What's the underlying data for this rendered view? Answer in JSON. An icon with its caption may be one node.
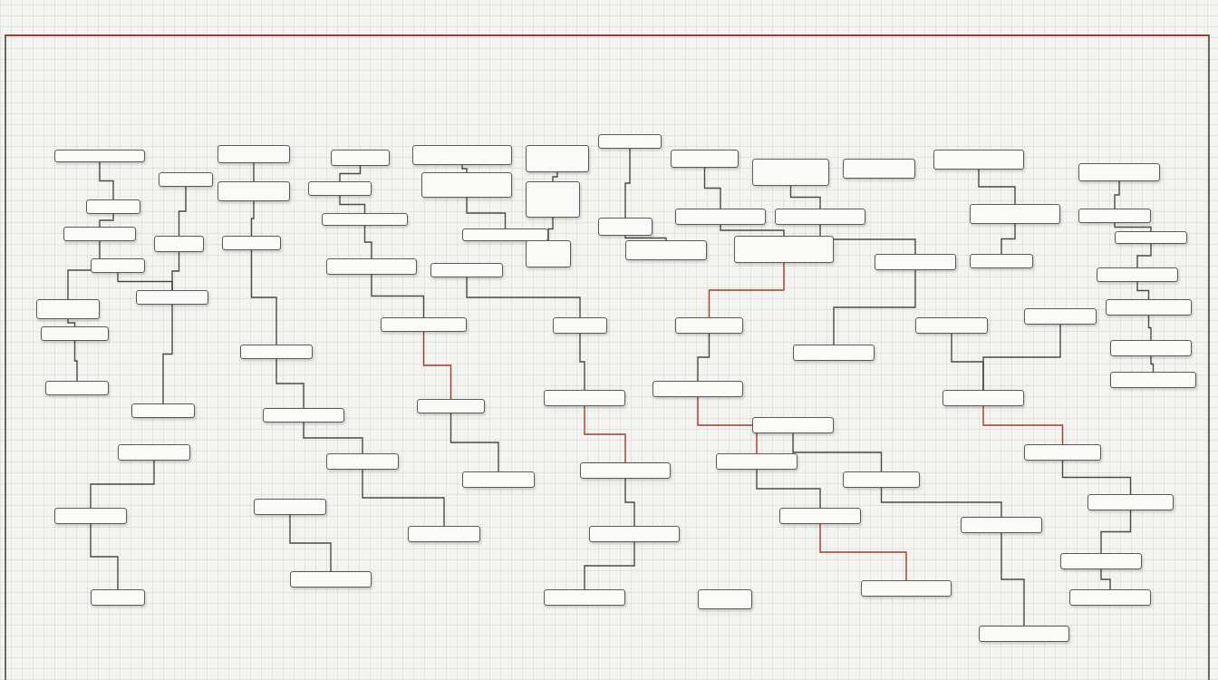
{
  "diagram": {
    "nodes": [
      {
        "text": [],
        "shape": "box"
      },
      {
        "text": [],
        "shape": "box"
      },
      {
        "text": [],
        "shape": "box"
      },
      {
        "text": [],
        "shape": "box"
      },
      {
        "text": [],
        "shape": "box"
      },
      {
        "text": [],
        "shape": "box"
      },
      {
        "text": [],
        "shape": "box"
      },
      {
        "text": [],
        "shape": "box"
      },
      {
        "text": [],
        "shape": "box"
      },
      {
        "text": [],
        "shape": "box"
      },
      {
        "text": [],
        "shape": "box"
      },
      {
        "text": [],
        "shape": "box"
      },
      {
        "text": [],
        "shape": "box"
      },
      {
        "text": [],
        "shape": "box"
      },
      {
        "text": [],
        "shape": "box"
      },
      {
        "text": [],
        "shape": "box"
      },
      {
        "text": [],
        "shape": "box"
      },
      {
        "text": [],
        "shape": "box"
      },
      {
        "text": [],
        "shape": "box"
      },
      {
        "text": [],
        "shape": "box"
      },
      {
        "text": [],
        "shape": "box"
      },
      {
        "text": [],
        "shape": "box"
      },
      {
        "text": [],
        "shape": "box"
      },
      {
        "text": [],
        "shape": "box"
      },
      {
        "text": [],
        "shape": "box"
      },
      {
        "text": [],
        "shape": "box"
      },
      {
        "text": [],
        "shape": "box"
      },
      {
        "text": [],
        "shape": "box"
      },
      {
        "text": [],
        "shape": "box"
      },
      {
        "text": [],
        "shape": "box"
      },
      {
        "text": [],
        "shape": "box"
      },
      {
        "text": [],
        "shape": "box"
      },
      {
        "text": [],
        "shape": "box"
      },
      {
        "text": [],
        "shape": "box"
      },
      {
        "text": [],
        "shape": "box"
      },
      {
        "text": [],
        "shape": "box"
      },
      {
        "text": [],
        "shape": "box"
      },
      {
        "text": [],
        "shape": "box"
      },
      {
        "text": [],
        "shape": "box"
      },
      {
        "text": [],
        "shape": "box"
      },
      {
        "text": [],
        "shape": "box"
      },
      {
        "text": [],
        "shape": "box"
      },
      {
        "text": [],
        "shape": "box"
      },
      {
        "text": [],
        "shape": "box"
      },
      {
        "text": [],
        "shape": "box"
      },
      {
        "text": [],
        "shape": "box"
      },
      {
        "text": [],
        "shape": "box"
      },
      {
        "text": [],
        "shape": "box"
      },
      {
        "text": [],
        "shape": "box"
      },
      {
        "text": [],
        "shape": "box"
      },
      {
        "text": [],
        "shape": "box"
      },
      {
        "text": [],
        "shape": "box"
      },
      {
        "text": [],
        "shape": "box"
      },
      {
        "text": [],
        "shape": "box"
      },
      {
        "text": [],
        "shape": "box"
      },
      {
        "text": [],
        "shape": "box"
      },
      {
        "text": [],
        "shape": "box"
      },
      {
        "text": [],
        "shape": "box"
      },
      {
        "text": [],
        "shape": "box"
      },
      {
        "text": [],
        "shape": "box"
      },
      {
        "text": [],
        "shape": "box"
      },
      {
        "text": [],
        "shape": "box"
      },
      {
        "text": [],
        "shape": "box"
      },
      {
        "text": [],
        "shape": "box"
      },
      {
        "text": [],
        "shape": "box"
      },
      {
        "text": [],
        "shape": "box"
      },
      {
        "text": [],
        "shape": "box"
      },
      {
        "text": [],
        "shape": "box"
      },
      {
        "text": [],
        "shape": "box"
      },
      {
        "text": [],
        "shape": "box"
      },
      {
        "text": [],
        "shape": "box"
      },
      {
        "text": [],
        "shape": "box"
      },
      {
        "text": [],
        "shape": "box"
      },
      {
        "text": [],
        "shape": "box"
      },
      {
        "text": [],
        "shape": "box"
      },
      {
        "text": [],
        "shape": "box"
      },
      {
        "text": [],
        "shape": "box"
      },
      {
        "text": [],
        "shape": "box"
      },
      {
        "text": [],
        "shape": "box"
      },
      {
        "text": [],
        "shape": "box"
      }
    ],
    "edges": [
      {
        "from": 0,
        "to": 12,
        "arrow": "none"
      },
      {
        "from": 3,
        "to": 4,
        "arrow": "none"
      },
      {
        "from": 4,
        "to": 17,
        "arrow": "none"
      },
      {
        "from": 5,
        "to": 18,
        "arrow": "none"
      },
      {
        "from": 18,
        "to": 31,
        "arrow": "none"
      },
      {
        "from": 1,
        "to": 14,
        "arrow": "none"
      },
      {
        "from": 14,
        "to": 28,
        "arrow": "none"
      },
      {
        "from": 2,
        "to": 15,
        "arrow": "none"
      },
      {
        "from": 15,
        "to": 16,
        "arrow": "none"
      },
      {
        "from": 16,
        "to": 29,
        "arrow": "none"
      },
      {
        "from": 29,
        "to": 41,
        "arrow": "none"
      },
      {
        "from": 6,
        "to": 19,
        "arrow": "none"
      },
      {
        "from": 19,
        "to": 32,
        "arrow": "none"
      },
      {
        "from": 7,
        "to": 20,
        "arrow": "none"
      },
      {
        "from": 20,
        "to": 33,
        "arrow": "none"
      },
      {
        "from": 8,
        "to": 21,
        "arrow": "none"
      },
      {
        "from": 21,
        "to": 34,
        "arrow": "none"
      },
      {
        "from": 10,
        "to": 22,
        "arrow": "none"
      },
      {
        "from": 22,
        "to": 35,
        "arrow": "none"
      },
      {
        "from": 11,
        "to": 23,
        "arrow": "none"
      },
      {
        "from": 23,
        "to": 24,
        "arrow": "none"
      },
      {
        "from": 24,
        "to": 36,
        "arrow": "none"
      },
      {
        "from": 36,
        "to": 47,
        "arrow": "none"
      },
      {
        "from": 47,
        "to": 48,
        "arrow": "none"
      },
      {
        "from": 48,
        "to": 57,
        "arrow": "none"
      },
      {
        "from": 12,
        "to": 25,
        "arrow": "none"
      },
      {
        "from": 25,
        "to": 37,
        "arrow": "none"
      },
      {
        "from": 37,
        "to": 39,
        "arrow": "none"
      },
      {
        "from": 39,
        "to": 49,
        "arrow": "none"
      },
      {
        "from": 13,
        "to": 27,
        "arrow": "none"
      },
      {
        "from": 27,
        "to": 38,
        "arrow": "none"
      },
      {
        "from": 26,
        "to": 38,
        "arrow": "none"
      },
      {
        "from": 38,
        "to": 50,
        "arrow": "none"
      },
      {
        "from": 28,
        "to": 40,
        "arrow": "none"
      },
      {
        "from": 40,
        "to": 51,
        "arrow": "none"
      },
      {
        "from": 30,
        "to": 42,
        "arrow": "none"
      },
      {
        "from": 42,
        "to": 53,
        "arrow": "none"
      },
      {
        "from": 33,
        "to": 43,
        "arrow": "none",
        "color": "#a33a2e"
      },
      {
        "from": 43,
        "to": 54,
        "arrow": "none"
      },
      {
        "from": 34,
        "to": 44,
        "arrow": "none"
      },
      {
        "from": 45,
        "to": 56,
        "arrow": "none"
      },
      {
        "from": 46,
        "to": 56,
        "arrow": "none"
      },
      {
        "from": 41,
        "to": 52,
        "arrow": "none",
        "color": "#a33a2e"
      },
      {
        "from": 52,
        "to": 60,
        "arrow": "none"
      },
      {
        "from": 53,
        "to": 61,
        "arrow": "none",
        "color": "#a33a2e"
      },
      {
        "from": 54,
        "to": 62,
        "arrow": "none",
        "color": "#a33a2e"
      },
      {
        "from": 55,
        "to": 63,
        "arrow": "none"
      },
      {
        "from": 56,
        "to": 64,
        "arrow": "none",
        "color": "#a33a2e"
      },
      {
        "from": 64,
        "to": 65,
        "arrow": "none"
      },
      {
        "from": 65,
        "to": 72,
        "arrow": "none"
      },
      {
        "from": 58,
        "to": 66,
        "arrow": "none"
      },
      {
        "from": 51,
        "to": 59,
        "arrow": "none"
      },
      {
        "from": 59,
        "to": 68,
        "arrow": "none"
      },
      {
        "from": 61,
        "to": 69,
        "arrow": "none"
      },
      {
        "from": 62,
        "to": 70,
        "arrow": "none"
      },
      {
        "from": 63,
        "to": 71,
        "arrow": "none"
      },
      {
        "from": 71,
        "to": 79,
        "arrow": "none"
      },
      {
        "from": 66,
        "to": 73,
        "arrow": "none"
      },
      {
        "from": 67,
        "to": 74,
        "arrow": "none"
      },
      {
        "from": 69,
        "to": 75,
        "arrow": "none"
      },
      {
        "from": 70,
        "to": 77,
        "arrow": "none",
        "color": "#a33a2e"
      },
      {
        "from": 72,
        "to": 78,
        "arrow": "none"
      }
    ]
  }
}
